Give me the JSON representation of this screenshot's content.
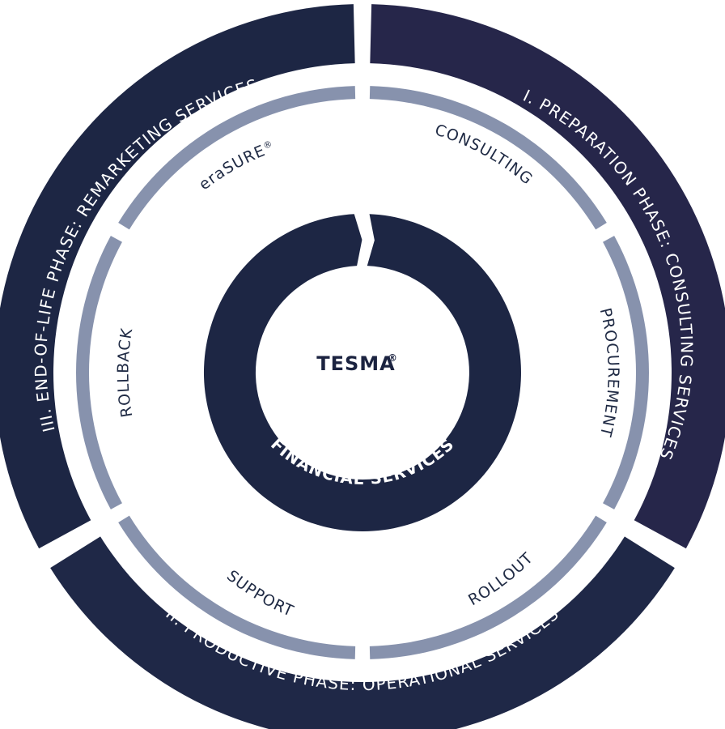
{
  "colors": {
    "outer_phase_1": "#26264a",
    "outer_phase_2": "#1f2847",
    "outer_phase_3": "#1d2644",
    "inner_ring": "#8792ad",
    "center_ring": "#1d2644",
    "background": "#ffffff"
  },
  "outer_ring": {
    "phase_1": "I. PREPARATION PHASE: CONSULTING SERVICES",
    "phase_2": "II. PRODUCTIVE PHASE: OPERATIONAL SERVICES",
    "phase_3": "III. END-OF-LIFE PHASE: REMARKETING SERVICES"
  },
  "inner_ring": {
    "consulting": "CONSULTING",
    "procurement": "PROCUREMENT",
    "rollout": "ROLLOUT",
    "support": "SUPPORT",
    "rollback": "ROLLBACK",
    "erasure": "eraSURE",
    "erasure_reg": "®"
  },
  "center": {
    "ring_label": "FINANCIAL SERVICES",
    "title": "TESMA",
    "title_reg": "®"
  }
}
